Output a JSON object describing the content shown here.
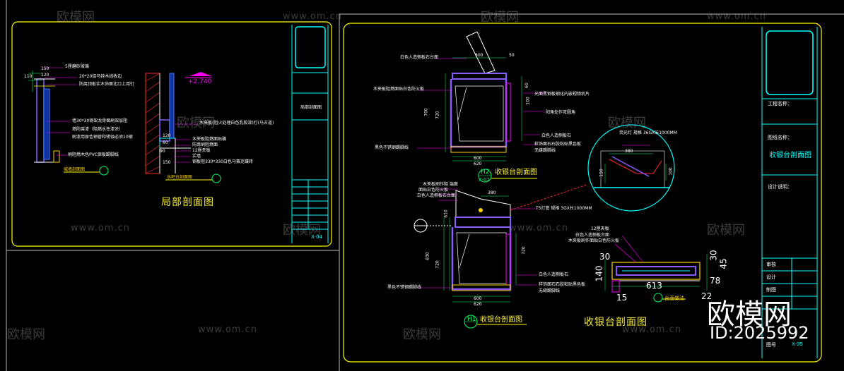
{
  "watermark": {
    "brand": "欧模网",
    "url": "www.om.cn"
  },
  "brand_overlay": {
    "name": "欧模网",
    "id": "ID:2025992"
  },
  "left_sheet": {
    "title": "局部剖面图",
    "sheet_no": "X-04",
    "tb_drawing_name": "局部剖面图",
    "section_a_label": "城墙剖面图",
    "section_b_label": "水吧台剖面图",
    "elevation": "+2.740",
    "notes_a": [
      "5厘磨砂玻璃",
      "20*20铝马锌木线收边",
      "防腐顶板实木饰面北口上用钉",
      "墙30*30钢架龙骨面刷双层阻",
      "燃防腐漆（阻燃水性漆涂）",
      "刷漆用原色钢管和锈蚀必须10钢",
      "刷阻燃木色PVC保板踢脚线"
    ],
    "notes_b": [
      "木夹板(阻火处理白色乳胶漆)打(马古道)",
      "木夹板阻燃面贴横",
      "防腐刷阻燃面",
      "12厘夹板",
      "实墙",
      "钢板阻330*330白色马赛克镶砖"
    ],
    "dims_a": [
      "150",
      "120",
      "110"
    ],
    "dims_b": [
      "120",
      "60",
      "90",
      "150"
    ]
  },
  "right_sheet": {
    "title": "收银台剖面图",
    "sheet_no": "X-05",
    "tb_drawing_name": "收银台剖面图",
    "section_h2": "收银台剖面图",
    "section_h1": "收银台剖面图",
    "detail_label": "台面做法",
    "tag_h2": "H2",
    "tag_h1": "H1",
    "tag_x02": "X-02",
    "notes_h2": [
      "白色人造侧板右台面",
      "木夹板阻燃面贴白色防火板",
      "光面黑钢板钢化内嵌视频机片",
      "阳角处作弯圆角",
      "白色人造侧板石",
      "样饰面石石胶粘贴黑色板",
      "无缝踢脚线",
      "黑色不锈钢踢脚线"
    ],
    "notes_h1": [
      "木夹板刷作阻 端面",
      "面贴白色防火板",
      "白色人造侧板右台面",
      "T5灯管 规格 3GX长1000MM",
      "12厘夹板",
      "白色人造侧板台面",
      "木夹板刷作面贴白色防火板",
      "白色人造侧板石",
      "样饰面石石胶粘贴黑色板",
      "无缝踢脚线",
      "黑色不锈钢踢脚线"
    ],
    "detail_note": "荧光灯 规格 36GX长1000MM",
    "dims_h2": [
      "600",
      "50",
      "720",
      "60",
      "100",
      "700",
      "600",
      "620"
    ],
    "dims_h1": [
      "380",
      "720",
      "830",
      "720",
      "610",
      "600",
      "620"
    ],
    "dims_detail": [
      "380",
      "150",
      "100"
    ],
    "dims_top": [
      "30",
      "45",
      "78",
      "22",
      "613",
      "15",
      "140",
      "30"
    ],
    "tb_labels": [
      "工程名称：",
      "图纸名称：",
      "设计说明：",
      "审核",
      "设计",
      "制图",
      "图号"
    ]
  },
  "colors": {
    "background": "#000000",
    "frame": "#ffff00",
    "titleblock": "#00ffff",
    "construction": "#8a5cff",
    "annotation": "#ff00ff",
    "hatch": "#ff2a2a",
    "dimension": "#00ff66"
  }
}
